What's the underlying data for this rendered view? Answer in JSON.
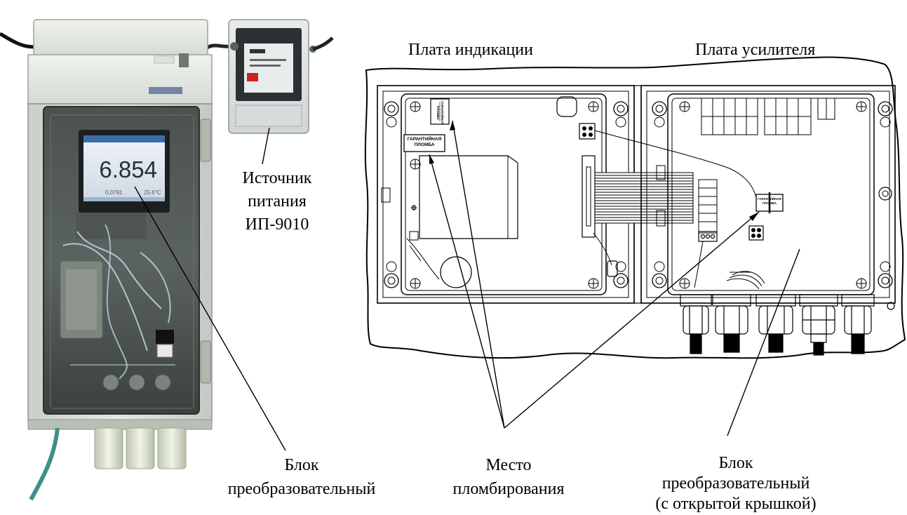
{
  "labels": {
    "plate_indication": "Плата индикации",
    "plate_amplifier": "Плата усилителя",
    "power_source": [
      "Источник",
      "питания",
      "ИП-9010"
    ],
    "converter_block_left": [
      "Блок",
      "преобразовательный"
    ],
    "sealing_place": [
      "Место",
      "пломбирования"
    ],
    "converter_block_right": [
      "Блок",
      "преобразовательный",
      "(с открытой крышкой)"
    ]
  },
  "device": {
    "display_value": "6.854",
    "display_secondary": "0.0791",
    "display_temperature": "25.6°C"
  },
  "seals": {
    "seal_text": [
      "ГАРАНТИЙНАЯ",
      "ПЛОМБА"
    ]
  }
}
